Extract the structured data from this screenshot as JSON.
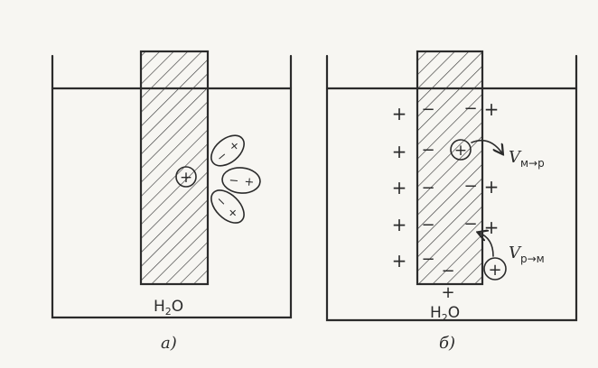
{
  "panel_a": {
    "label": "а)",
    "water_label": "H",
    "water_sub": "2",
    "water_tail": "O",
    "plus": "+",
    "minus": "−"
  },
  "panel_b": {
    "label": "б)",
    "water_label": "H",
    "water_sub": "2",
    "water_tail": "O",
    "plus": "+",
    "minus": "−",
    "arrow_top_v": "V",
    "arrow_top_sub": "м→р",
    "arrow_bottom_v": "V",
    "arrow_bottom_sub": "р→м"
  }
}
